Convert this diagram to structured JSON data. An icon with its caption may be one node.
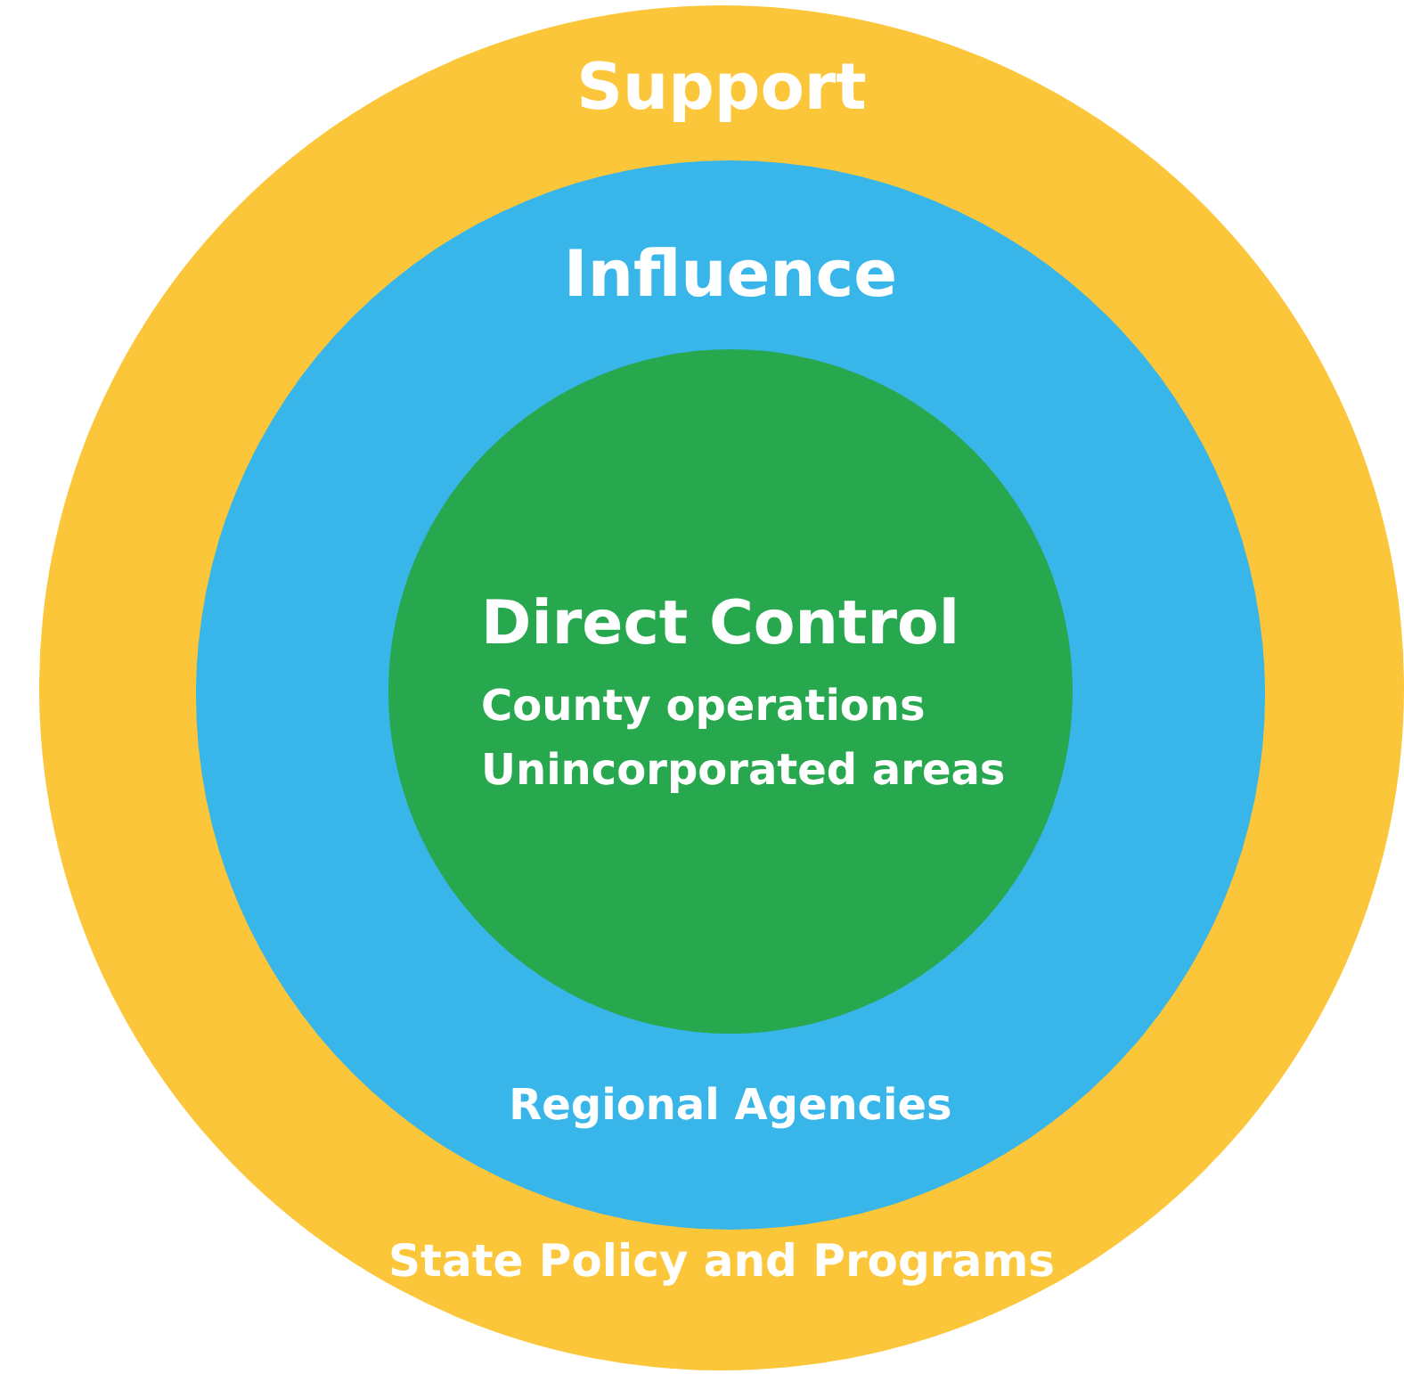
{
  "diagram": {
    "nodes": [
      {
        "text": [
          "Support",
          "State Policy and Programs"
        ]
      },
      {
        "text": [
          "Influence",
          "Regional Agencies"
        ],
        "in": 0
      },
      {
        "text": [
          "Direct Control",
          "County operations",
          "Unincorporated areas"
        ],
        "in": 1
      }
    ]
  }
}
